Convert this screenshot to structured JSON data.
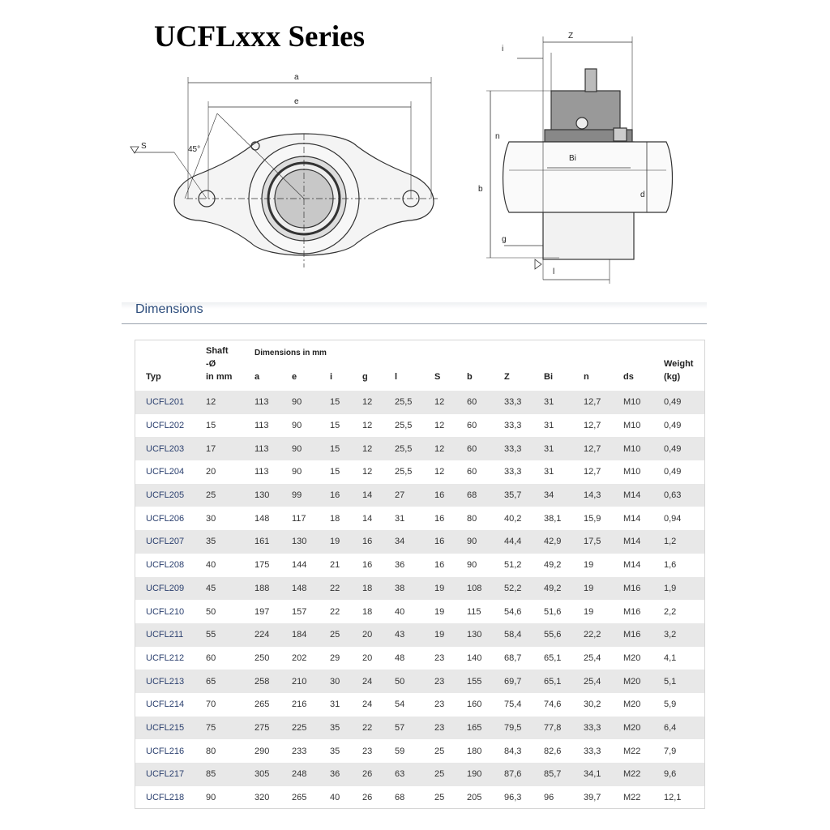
{
  "title": "UCFLxxx Series",
  "drawing": {
    "front_labels": {
      "a": "a",
      "e": "e",
      "s": "S",
      "angle": "45°"
    },
    "side_labels": {
      "z": "Z",
      "i": "i",
      "n": "n",
      "b": "b",
      "bi": "Bi",
      "d": "d",
      "g": "g",
      "l": "l"
    }
  },
  "section_title": "Dimensions",
  "table": {
    "headers": {
      "typ": "Typ",
      "shaft": [
        "Shaft",
        "-Ø",
        "in mm"
      ],
      "group": "Dimensions in mm",
      "cols": [
        "a",
        "e",
        "i",
        "g",
        "l",
        "S",
        "b",
        "Z",
        "Bi",
        "n",
        "ds"
      ],
      "weight": [
        "Weight",
        "(kg)"
      ]
    },
    "rows": [
      [
        "UCFL201",
        "12",
        "113",
        "90",
        "15",
        "12",
        "25,5",
        "12",
        "60",
        "33,3",
        "31",
        "12,7",
        "M10",
        "0,49"
      ],
      [
        "UCFL202",
        "15",
        "113",
        "90",
        "15",
        "12",
        "25,5",
        "12",
        "60",
        "33,3",
        "31",
        "12,7",
        "M10",
        "0,49"
      ],
      [
        "UCFL203",
        "17",
        "113",
        "90",
        "15",
        "12",
        "25,5",
        "12",
        "60",
        "33,3",
        "31",
        "12,7",
        "M10",
        "0,49"
      ],
      [
        "UCFL204",
        "20",
        "113",
        "90",
        "15",
        "12",
        "25,5",
        "12",
        "60",
        "33,3",
        "31",
        "12,7",
        "M10",
        "0,49"
      ],
      [
        "UCFL205",
        "25",
        "130",
        "99",
        "16",
        "14",
        "27",
        "16",
        "68",
        "35,7",
        "34",
        "14,3",
        "M14",
        "0,63"
      ],
      [
        "UCFL206",
        "30",
        "148",
        "117",
        "18",
        "14",
        "31",
        "16",
        "80",
        "40,2",
        "38,1",
        "15,9",
        "M14",
        "0,94"
      ],
      [
        "UCFL207",
        "35",
        "161",
        "130",
        "19",
        "16",
        "34",
        "16",
        "90",
        "44,4",
        "42,9",
        "17,5",
        "M14",
        "1,2"
      ],
      [
        "UCFL208",
        "40",
        "175",
        "144",
        "21",
        "16",
        "36",
        "16",
        "90",
        "51,2",
        "49,2",
        "19",
        "M14",
        "1,6"
      ],
      [
        "UCFL209",
        "45",
        "188",
        "148",
        "22",
        "18",
        "38",
        "19",
        "108",
        "52,2",
        "49,2",
        "19",
        "M16",
        "1,9"
      ],
      [
        "UCFL210",
        "50",
        "197",
        "157",
        "22",
        "18",
        "40",
        "19",
        "115",
        "54,6",
        "51,6",
        "19",
        "M16",
        "2,2"
      ],
      [
        "UCFL211",
        "55",
        "224",
        "184",
        "25",
        "20",
        "43",
        "19",
        "130",
        "58,4",
        "55,6",
        "22,2",
        "M16",
        "3,2"
      ],
      [
        "UCFL212",
        "60",
        "250",
        "202",
        "29",
        "20",
        "48",
        "23",
        "140",
        "68,7",
        "65,1",
        "25,4",
        "M20",
        "4,1"
      ],
      [
        "UCFL213",
        "65",
        "258",
        "210",
        "30",
        "24",
        "50",
        "23",
        "155",
        "69,7",
        "65,1",
        "25,4",
        "M20",
        "5,1"
      ],
      [
        "UCFL214",
        "70",
        "265",
        "216",
        "31",
        "24",
        "54",
        "23",
        "160",
        "75,4",
        "74,6",
        "30,2",
        "M20",
        "5,9"
      ],
      [
        "UCFL215",
        "75",
        "275",
        "225",
        "35",
        "22",
        "57",
        "23",
        "165",
        "79,5",
        "77,8",
        "33,3",
        "M20",
        "6,4"
      ],
      [
        "UCFL216",
        "80",
        "290",
        "233",
        "35",
        "23",
        "59",
        "25",
        "180",
        "84,3",
        "82,6",
        "33,3",
        "M22",
        "7,9"
      ],
      [
        "UCFL217",
        "85",
        "305",
        "248",
        "36",
        "26",
        "63",
        "25",
        "190",
        "87,6",
        "85,7",
        "34,1",
        "M22",
        "9,6"
      ],
      [
        "UCFL218",
        "90",
        "320",
        "265",
        "40",
        "26",
        "68",
        "25",
        "205",
        "96,3",
        "96",
        "39,7",
        "M22",
        "12,1"
      ]
    ]
  }
}
